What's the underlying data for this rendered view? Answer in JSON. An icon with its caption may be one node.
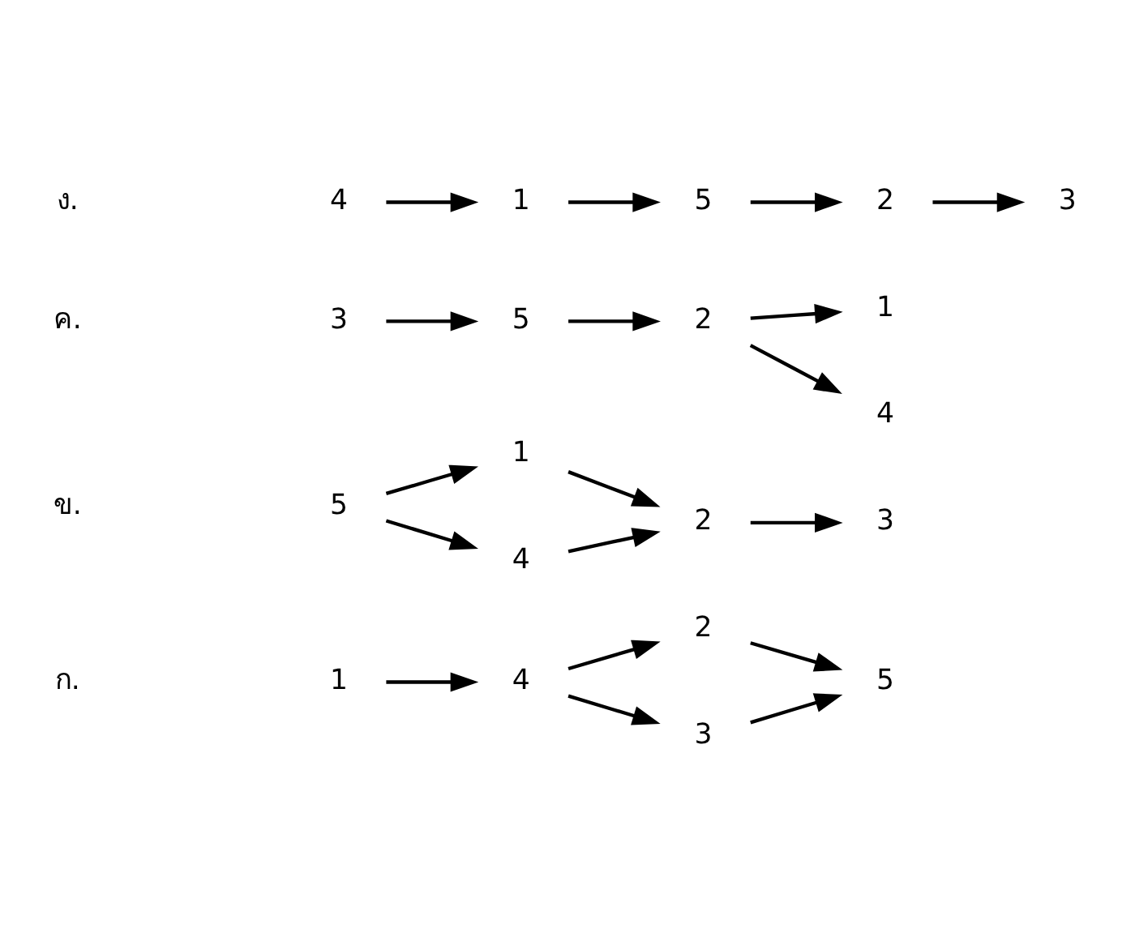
{
  "diagram": {
    "nodes": [
      {
        "text": [
          "1"
        ]
      },
      {
        "text": [
          "4"
        ]
      },
      {
        "text": [
          "2"
        ]
      },
      {
        "text": [
          "3"
        ]
      },
      {
        "text": [
          "5"
        ]
      },
      {
        "text": [
          "5"
        ]
      },
      {
        "text": [
          "1"
        ]
      },
      {
        "text": [
          "4"
        ]
      },
      {
        "text": [
          "2"
        ]
      },
      {
        "text": [
          "3"
        ]
      },
      {
        "text": [
          "3"
        ]
      },
      {
        "text": [
          "5"
        ]
      },
      {
        "text": [
          "2"
        ]
      },
      {
        "text": [
          "1"
        ]
      },
      {
        "text": [
          "4"
        ]
      },
      {
        "text": [
          "4"
        ]
      },
      {
        "text": [
          "1"
        ]
      },
      {
        "text": [
          "5"
        ]
      },
      {
        "text": [
          "2"
        ]
      },
      {
        "text": [
          "3"
        ]
      }
    ],
    "edges": [
      {
        "from": 0,
        "to": 1,
        "arrow": "to"
      },
      {
        "from": 1,
        "to": 2,
        "arrow": "to"
      },
      {
        "from": 1,
        "to": 3,
        "arrow": "to"
      },
      {
        "from": 2,
        "to": 4,
        "arrow": "to"
      },
      {
        "from": 3,
        "to": 4,
        "arrow": "to"
      },
      {
        "from": 5,
        "to": 6,
        "arrow": "to"
      },
      {
        "from": 5,
        "to": 7,
        "arrow": "to"
      },
      {
        "from": 6,
        "to": 8,
        "arrow": "to"
      },
      {
        "from": 7,
        "to": 8,
        "arrow": "to"
      },
      {
        "from": 8,
        "to": 9,
        "arrow": "to"
      },
      {
        "from": 10,
        "to": 11,
        "arrow": "to"
      },
      {
        "from": 11,
        "to": 12,
        "arrow": "to"
      },
      {
        "from": 12,
        "to": 13,
        "arrow": "to"
      },
      {
        "from": 12,
        "to": 14,
        "arrow": "to"
      },
      {
        "from": 15,
        "to": 16,
        "arrow": "to"
      },
      {
        "from": 16,
        "to": 17,
        "arrow": "to"
      },
      {
        "from": 17,
        "to": 18,
        "arrow": "to"
      },
      {
        "from": 18,
        "to": 19,
        "arrow": "to"
      }
    ],
    "labels": [
      "ก.",
      "ข.",
      "ค.",
      "ง."
    ]
  }
}
